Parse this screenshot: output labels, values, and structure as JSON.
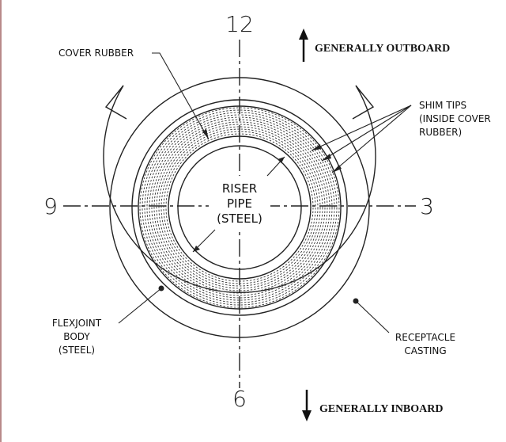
{
  "clock": {
    "top": "12",
    "right": "3",
    "bottom": "6",
    "left": "9"
  },
  "direction": {
    "up": "GENERALLY OUTBOARD",
    "down": "GENERALLY INBOARD"
  },
  "labels": {
    "cover_rubber": "COVER RUBBER",
    "shim_tips": [
      "SHIM TIPS",
      "(INSIDE COVER",
      "RUBBER)"
    ],
    "riser_pipe": [
      "RISER",
      "PIPE",
      "(STEEL)"
    ],
    "flexjoint_body": [
      "FLEXJOINT",
      "BODY",
      "(STEEL)"
    ],
    "receptacle_casting": [
      "RECEPTACLE",
      "CASTING"
    ]
  },
  "colors": {
    "line": "#222222",
    "border": "#b98a8a"
  }
}
